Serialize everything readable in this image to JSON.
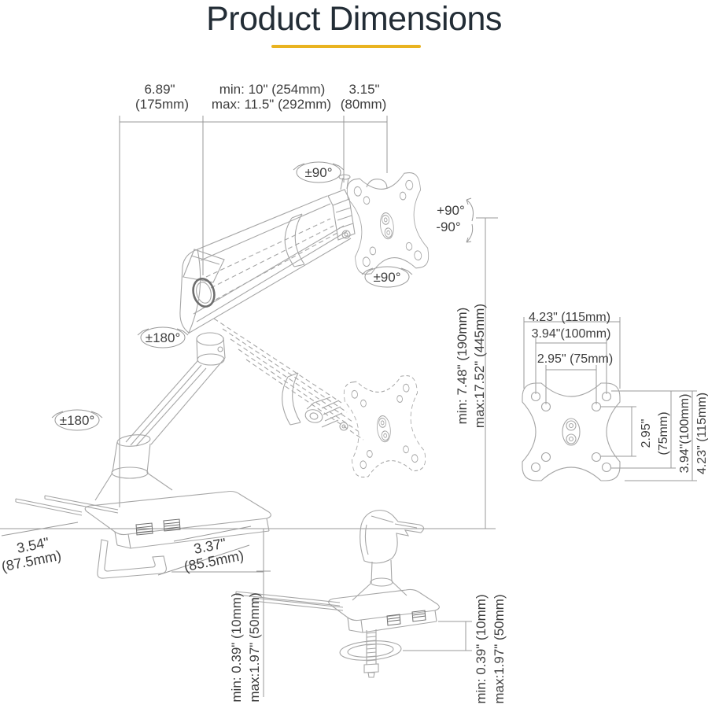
{
  "title": "Product Dimensions",
  "colors": {
    "accent": "#e9b320",
    "line": "#a6a6a6",
    "dim": "#999999",
    "text": "#3e3e3e",
    "title": "#232d36"
  },
  "dims": {
    "depth_rear": {
      "in_v": "6.89\"",
      "mm_v": "(175mm)"
    },
    "extension": {
      "min_v": "min: 10\" (254mm)",
      "max_v": "max: 11.5\" (292mm)"
    },
    "vesa_offset": {
      "in_v": "3.15\"",
      "mm_v": "(80mm)"
    },
    "height_range": {
      "min_v": "min: 7.48\" (190mm)",
      "max_v": "max:17.52\" (445mm)"
    },
    "rotation": {
      "swivel_top": "±90°",
      "swivel_bottom": "±90°",
      "tilt_up": "+90°",
      "tilt_down": "-90°",
      "joint_mid": "±180°",
      "joint_base": "±180°"
    },
    "vesa_width": {
      "outer": "4.23\" (115mm)",
      "w100": "3.94\"(100mm)",
      "w75": "2.95\" (75mm)"
    },
    "vesa_height": {
      "h75_in": "2.95\"",
      "h75_mm": "(75mm)",
      "h100": "3.94\"(100mm)",
      "outer": "4.23\" (115mm)"
    },
    "clamp_depth": {
      "in_v": "3.54\"",
      "mm_v": "(87.5mm)"
    },
    "base_depth": {
      "in_v": "3.37\"",
      "mm_v": "(85.5mm)"
    },
    "desk_thickness_clamp": {
      "min_v": "min: 0.39\" (10mm)",
      "max_v": "max:1.97\" (50mm)"
    },
    "desk_thickness_grommet": {
      "min_v": "min: 0.39\" (10mm)",
      "max_v": "max:1.97\" (50mm)"
    }
  }
}
